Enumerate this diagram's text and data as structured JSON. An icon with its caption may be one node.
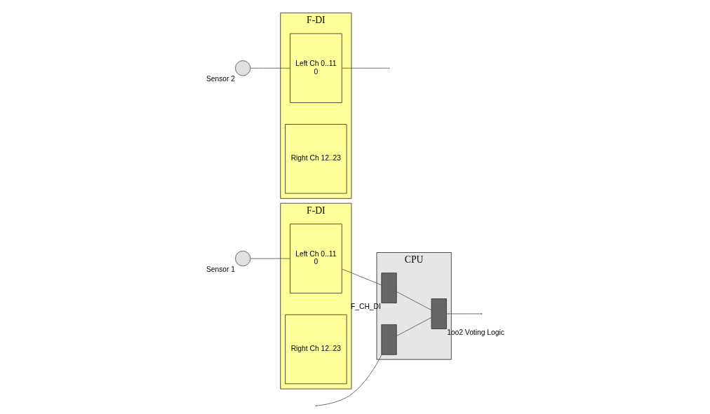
{
  "diagram": {
    "nodes": [
      {
        "text": [],
        "shape": "circle",
        "beside": [
          "Sensor 1"
        ]
      },
      {
        "text": [
          "F-DI"
        ]
      },
      {
        "text": [
          "Left Ch 0..11",
          "0"
        ],
        "in": 1
      },
      {
        "text": [
          "Right Ch 12..23"
        ],
        "in": 1
      },
      {
        "text": [],
        "shape": "circle",
        "beside": [
          "Sensor 2"
        ]
      },
      {
        "text": [
          "F-DI"
        ]
      },
      {
        "text": [
          "Left Ch 0..11",
          "0"
        ],
        "in": 5
      },
      {
        "text": [
          "Right Ch 12..23"
        ],
        "in": 5
      },
      {
        "text": [
          "CPU"
        ]
      },
      {
        "text": [],
        "shape": "bar",
        "beside": [
          "F_CH_DI"
        ],
        "in": 8
      },
      {
        "text": [],
        "shape": "bar",
        "in": 8
      },
      {
        "text": [],
        "shape": "bar",
        "beside": [
          "1oo2 Voting Logic"
        ],
        "in": 8
      }
    ],
    "edges": [
      {
        "from": 0,
        "to": 2,
        "arrow": "none"
      },
      {
        "from": 2,
        "to": 9,
        "arrow": "none"
      },
      {
        "from": 4,
        "to": 6,
        "arrow": "none"
      },
      {
        "from": 6,
        "to": null,
        "arrow": "none"
      },
      {
        "from": null,
        "to": 10,
        "arrow": "none"
      },
      {
        "from": 9,
        "to": 11,
        "arrow": "none"
      },
      {
        "from": 10,
        "to": 11,
        "arrow": "none"
      },
      {
        "from": 11,
        "to": null,
        "arrow": "none"
      }
    ]
  }
}
